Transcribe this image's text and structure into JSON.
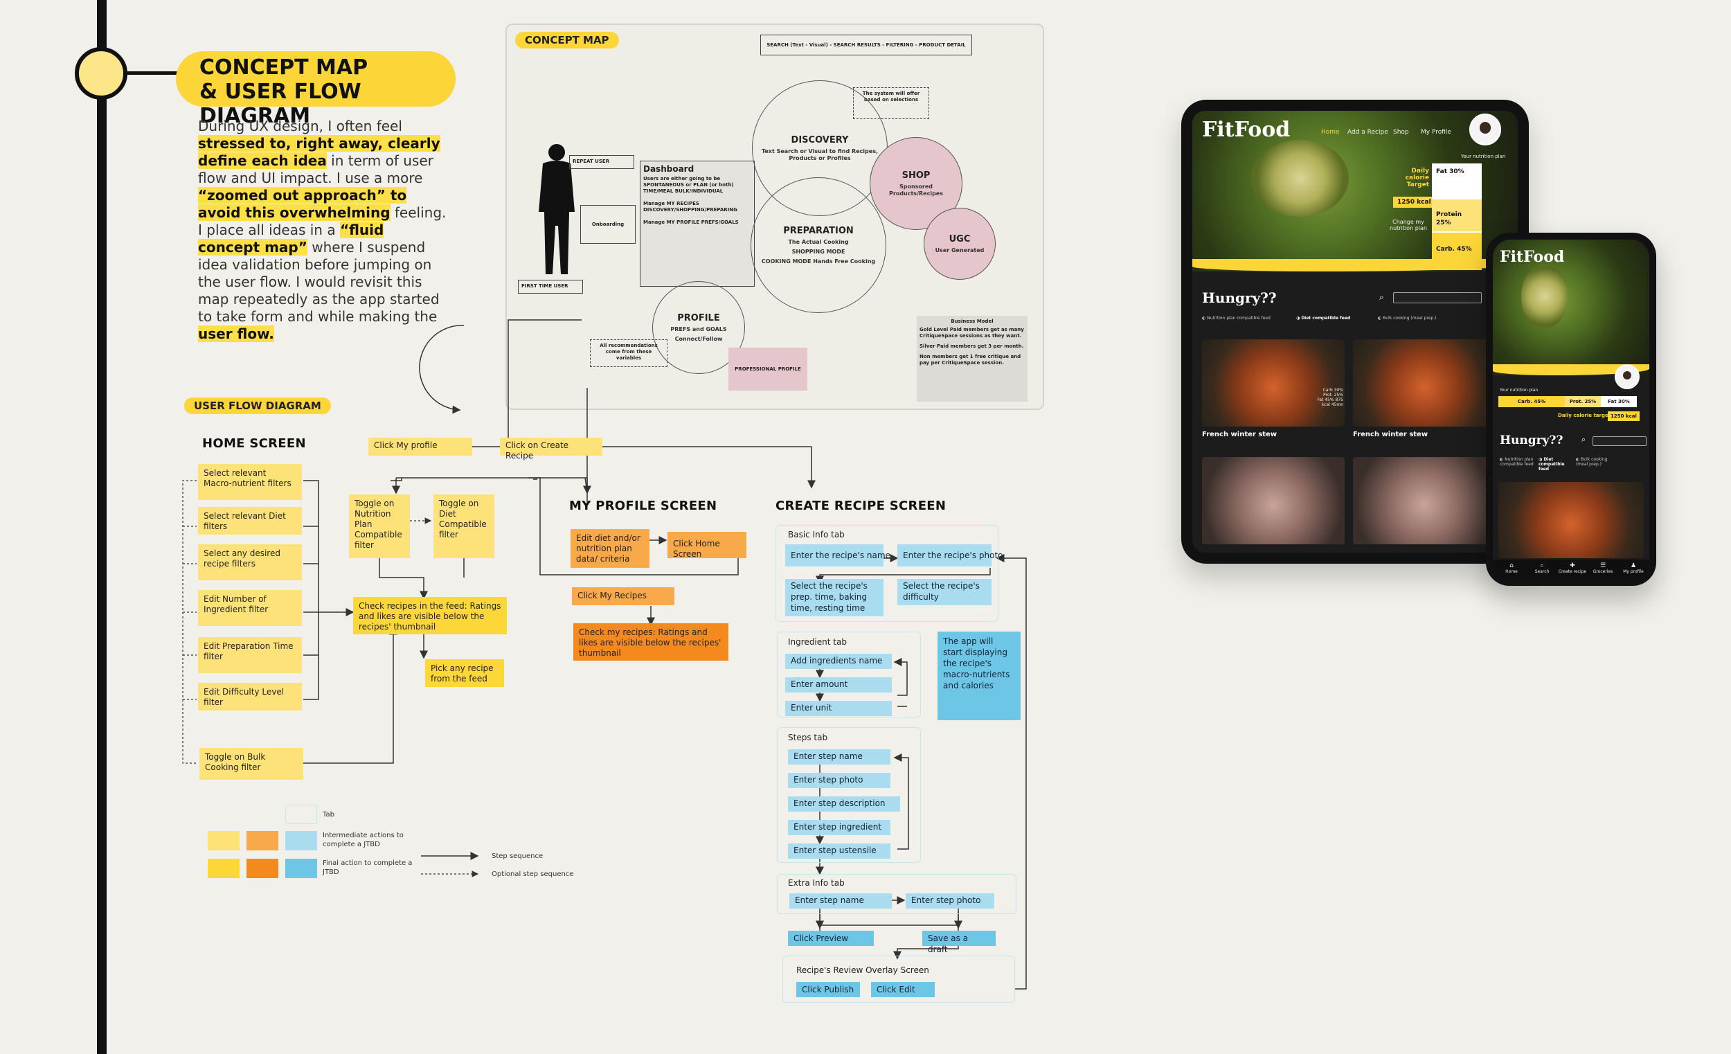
{
  "header": {
    "title_line1": "CONCEPT MAP",
    "title_line2": "& USER FLOW DIAGRAM",
    "intro": [
      {
        "t": "During UX design, I often feel ",
        "b": false
      },
      {
        "t": "stressed to, right away, clearly define each idea",
        "b": true
      },
      {
        "t": " in term of user flow and UI impact. I use a more ",
        "b": false
      },
      {
        "t": "“zoomed out approach” to avoid this overwhelming",
        "b": true
      },
      {
        "t": " feeling. I place all ideas in a ",
        "b": false
      },
      {
        "t": "“fluid concept map”",
        "b": true
      },
      {
        "t": " where I suspend idea validation before jumping on the user flow. I would revisit this map repeatedly as the app started to take form and while making the ",
        "b": false
      },
      {
        "t": "user flow.",
        "b": true
      }
    ]
  },
  "concept_map": {
    "tag": "CONCEPT MAP",
    "top_bar": "SEARCH (Text - Visual) - SEARCH RESULTS - FILTERING - PRODUCT DETAIL",
    "repeat_user": "REPEAT USER",
    "first_time_user": "FIRST TIME USER",
    "onboarding": "Onboarding",
    "dashboard_title": "Dashboard",
    "dashboard_body": "Users are either going to be SPONTANEOUS or PLAN (or both) TIME/MEAL BULK/INDIVIDUAL\n\nManage MY RECIPES DISCOVERY/SHOPPING/PREPARING\n\nManage MY PROFILE PREFS/GOALS",
    "system_offer": "The system will offer based on selections",
    "discovery": "DISCOVERY",
    "discovery_sub": "Text Search or Visual to find Recipes, Products or Profiles",
    "shop": "SHOP",
    "shop_sub": "Sponsored Products/Recipes",
    "ugc": "UGC",
    "ugc_sub": "User Generated",
    "preparation": "PREPARATION",
    "preparation_sub1": "The Actual Cooking",
    "preparation_sub2": "SHOPPING MODE",
    "preparation_sub3": "COOKING MODE Hands Free Cooking",
    "profile": "PROFILE",
    "profile_sub": "PREFS and GOALS",
    "profile_sub2": "Connect/Follow",
    "recommendations": "All recommendations come from these variables",
    "professional": "PROFESSIONAL PROFILE",
    "business_title": "Business Model",
    "business_body1": "Gold Level Paid members get as many CritiqueSpace sessions as they want.",
    "business_body2": "Silver Paid members get 3 per month.",
    "business_body3": "Non members get 1 free critique and pay per CritiqueSpace session."
  },
  "flow": {
    "tag": "USER FLOW DIAGRAM",
    "home_screen": "HOME SCREEN",
    "home_items": [
      "Select relevant Macro-nutrient filters",
      "Select relevant Diet filters",
      "Select any desired recipe filters",
      "Edit Number of Ingredient filter",
      "Edit Preparation Time filter",
      "Edit Difficulty Level filter"
    ],
    "bulk": "Toggle on Bulk Cooking filter",
    "click_profile": "Click My profile",
    "click_create": "Click on Create Recipe",
    "toggle_nutrition": "Toggle on Nutrition Plan Compatible filter",
    "toggle_diet": "Toggle on Diet Compatible filter",
    "check_feed": "Check recipes in the feed: Ratings and likes are visible below the recipes' thumbnail",
    "pick_recipe": "Pick any recipe from the feed",
    "my_profile_screen": "MY PROFILE SCREEN",
    "edit_diet": "Edit diet and/or nutrition plan data/ criteria",
    "click_home": "Click Home Screen",
    "click_my_recipes": "Click My Recipes",
    "check_my_recipes": "Check my recipes: Ratings and likes are visible below the recipes' thumbnail",
    "create_recipe_screen": "CREATE RECIPE SCREEN",
    "basic_tab": "Basic Info tab",
    "enter_name": "Enter the recipe's name",
    "enter_photo": "Enter the recipe's photo",
    "select_times": "Select the recipe's prep. time, baking time, resting time",
    "select_difficulty": "Select the recipe's difficulty",
    "ingredient_tab": "Ingredient tab",
    "add_ingredients": "Add ingredients name",
    "enter_amount": "Enter amount",
    "enter_unit": "Enter unit",
    "app_display": "The app will start displaying the recipe's macro-nutrients and calories",
    "steps_tab": "Steps tab",
    "steps": [
      "Enter step name",
      "Enter step photo",
      "Enter step description",
      "Enter step ingredient",
      "Enter step ustensile"
    ],
    "extra_tab": "Extra Info tab",
    "extra_name": "Enter step name",
    "extra_photo": "Enter step photo",
    "click_preview": "Click Preview",
    "save_draft": "Save as a draft",
    "review_overlay": "Recipe's Review Overlay Screen",
    "click_publish": "Click Publish",
    "click_edit": "Click Edit"
  },
  "legend": {
    "tab": "Tab",
    "intermediate": "Intermediate actions to complete a JTBD",
    "final": "Final action to complete a JTBD",
    "step": "Step sequence",
    "optional": "Optional step sequence"
  },
  "tablet": {
    "brand": "FitFood",
    "nav": [
      "Home",
      "Add a Recipe",
      "Shop",
      "My Profile"
    ],
    "your_plan": "Your nutrition plan",
    "daily_target": "Daily calorie Target",
    "kcal": "1250 kcal",
    "change_plan": "Change my nutrition plan",
    "fat": "Fat 30%",
    "protein": "Protein 25%",
    "carb": "Carb. 45%",
    "hungry": "Hungry??",
    "toggles": [
      "Nutrition plan compatible feed",
      "Diet compatible feed",
      "Bulk cooking (meal prep.)"
    ],
    "card_title": "French winter stew",
    "card_stats": "Carb 30% Prot. 25% Fat 45% 875 kcal 45mn"
  },
  "phone": {
    "brand": "FitFood",
    "your_plan": "Your nutrition plan",
    "carb": "Carb. 45%",
    "prot": "Prot. 25%",
    "fat": "Fat 30%",
    "daily": "Daily calorie target",
    "kcal": "1250 kcal",
    "hungry": "Hungry??",
    "toggles": [
      "Nutrition plan compatible feed",
      "Diet compatible feed",
      "Bulk cooking (meal prep.)"
    ],
    "nav": [
      "Home",
      "Search",
      "Create recipe",
      "Groceries",
      "My profile"
    ]
  },
  "colors": {
    "accent_yellow": "#fcd538",
    "light_yellow": "#fde27a",
    "orange": "#f48a1e",
    "light_orange": "#f8a94a",
    "blue": "#6ec6e6",
    "light_blue": "#a9dcef"
  }
}
